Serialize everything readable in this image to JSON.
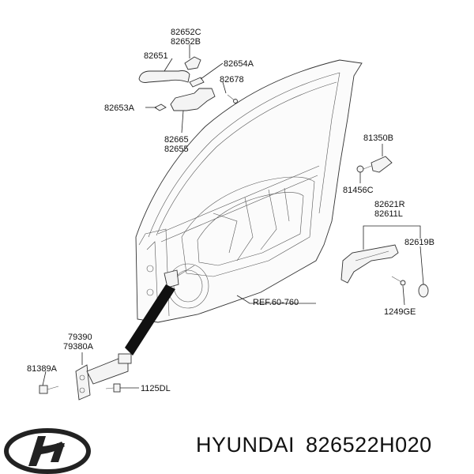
{
  "labels": {
    "p82652c": "82652C",
    "p82652b": "82652B",
    "p82651": "82651",
    "p82654a": "82654A",
    "p82678": "82678",
    "p82653a": "82653A",
    "p82665": "82665",
    "p82655": "82655",
    "p81350b": "81350B",
    "p81456c": "81456C",
    "p82621r": "82621R",
    "p82611l": "82611L",
    "p82619b": "82619B",
    "p1249ge": "1249GE",
    "ref": "REF.60-760",
    "p79390": "79390",
    "p79380a": "79380A",
    "p81389a": "81389A",
    "p1125dl": "1125DL"
  },
  "footer": {
    "brand": "HYUNDAI",
    "part_number": "826522H020"
  }
}
